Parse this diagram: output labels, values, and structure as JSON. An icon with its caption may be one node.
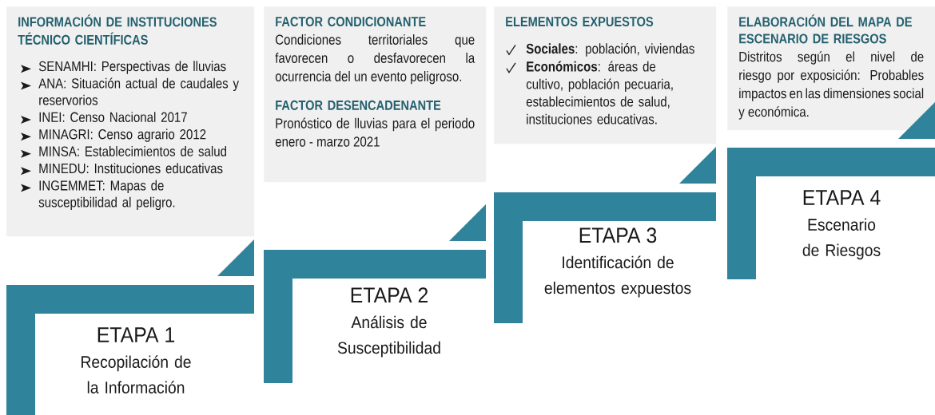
{
  "diagram": {
    "nodes": [
      {
        "text": [
          "INFORMACIÓN DE INSTITUCIONES TÉCNICO CIENTÍFICAS",
          "SENAMHI: Perspectivas de lluvias",
          "ANA: Situación actual de caudales y reservorios",
          "INEI: Censo Nacional 2017",
          "MINAGRI: Censo agrario 2012",
          "MINSA: Establecimientos de salud",
          "MINEDU: Instituciones educativas",
          "INGEMMET: Mapas de susceptibilidad al peligro."
        ]
      },
      {
        "text": [
          "FACTOR CONDICIONANTE",
          "Condiciones territoriales que favorecen o desfavorecen la ocurrencia del un evento peligroso.",
          "FACTOR DESENCADENANTE",
          "Pronóstico de lluvias para el periodo enero - marzo 2021"
        ]
      },
      {
        "text": [
          "ELEMENTOS EXPUESTOS",
          "**Sociales**: población, viviendas",
          "**Económicos**: áreas de cultivo, población pecuaria, establecimientos de salud, instituciones educativas."
        ]
      },
      {
        "text": [
          "ELABORACIÓN DEL MAPA DE ESCENARIO DE RIESGOS",
          "Distritos según el nivel de riesgo por exposición: Probables impactos en las dimensiones social y económica."
        ]
      },
      {
        "text": [
          "ETAPA 1",
          "Recopilación de la Información"
        ]
      },
      {
        "text": [
          "ETAPA 2",
          "Análisis de Susceptibilidad"
        ]
      },
      {
        "text": [
          "ETAPA 3",
          "Identificación de elementos expuestos"
        ]
      },
      {
        "text": [
          "ETAPA 4",
          "Escenario de Riesgos"
        ]
      }
    ]
  }
}
